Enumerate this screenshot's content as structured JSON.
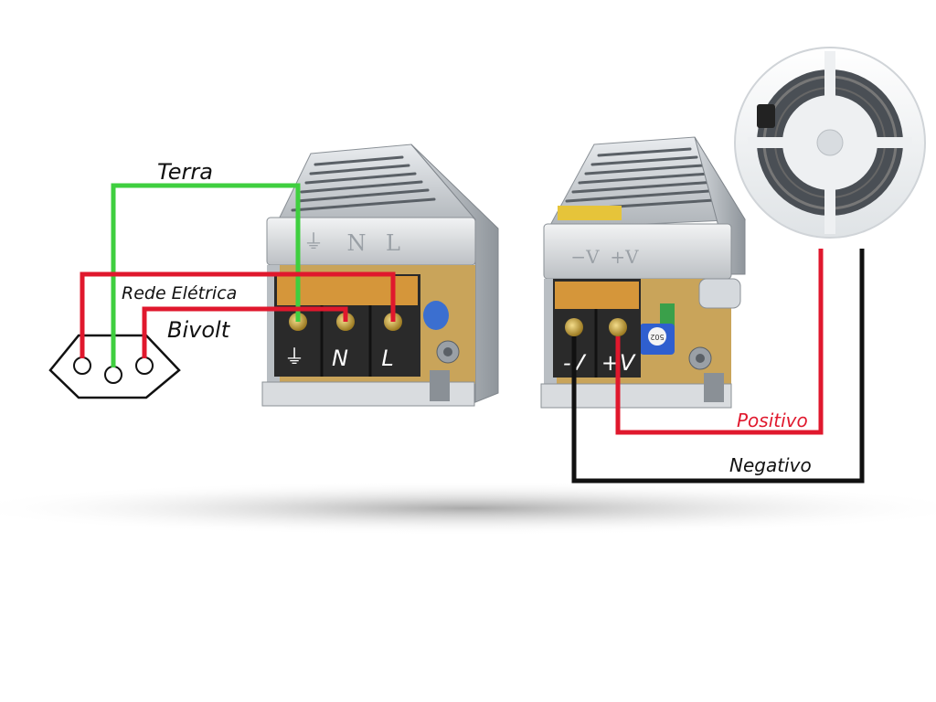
{
  "labels": {
    "ground_wire": "Terra",
    "mains": "Rede Elétrica",
    "voltage": "Bivolt",
    "positive_wire": "Positivo",
    "negative_wire": "Negativo"
  },
  "input_terminals": {
    "ground_symbol": "⏚",
    "neutral": "N",
    "line": "L",
    "case_ground_symbol": "⏚",
    "case_neutral": "N",
    "case_line": "L"
  },
  "output_terminals": {
    "negative": "-V",
    "positive": "+V",
    "case_negative": "−V",
    "case_positive": "+V"
  },
  "trimmer_marking": "502",
  "colors": {
    "ground_wire": "#3fcf3f",
    "line_wire": "#e0182d",
    "negative_wire": "#111111",
    "positive_label": "#e0182d",
    "terminal_block": "#2a2a2a",
    "screw": "#c9a43a",
    "insulator": "#e8a23c",
    "case": "#c8ccd0"
  }
}
